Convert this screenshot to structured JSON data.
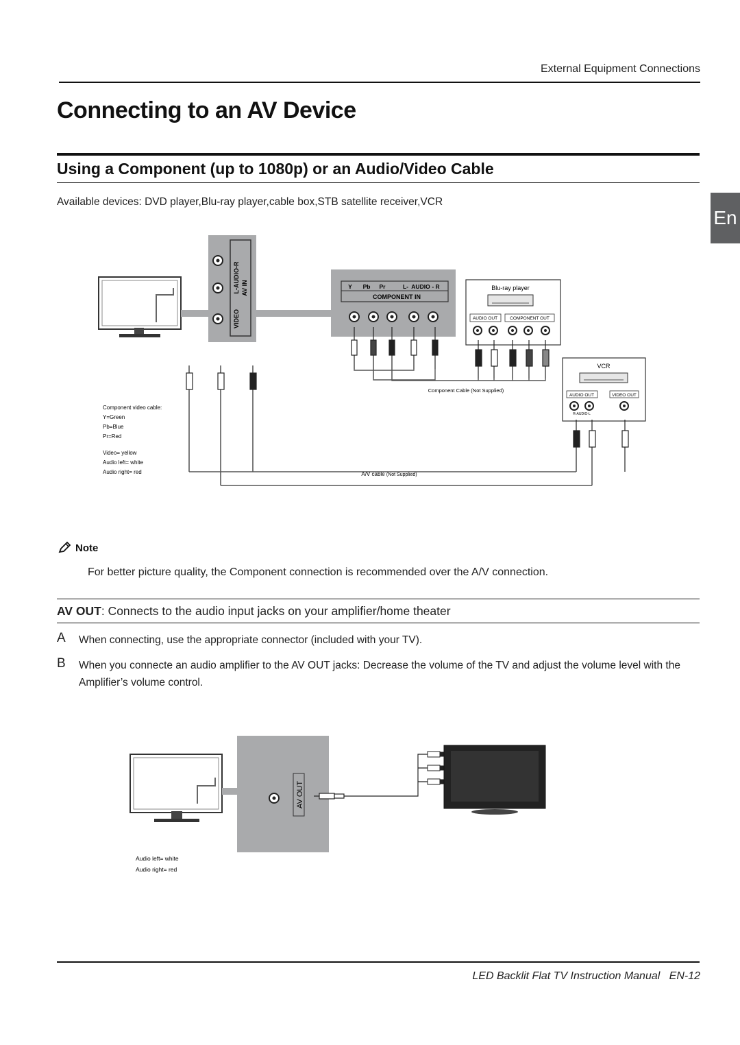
{
  "header": {
    "section_title": "External Equipment Connections"
  },
  "page_title": "Connecting to an AV Device",
  "section_heading": "Using a Component (up to 1080p) or an Audio/Video Cable",
  "available_devices": "Available devices: DVD player,Blu-ray player,cable box,STB satellite receiver,VCR",
  "language_tab": "En",
  "diagram1": {
    "tv_panel": {
      "audio_label": "L-AUDIO-R",
      "av_in_label": "AV IN",
      "video_label": "VIDEO"
    },
    "component_in": {
      "jack_labels": [
        "Y",
        "Pb",
        "Pr",
        "L-",
        "AUDIO",
        "- R"
      ],
      "label": "COMPONENT IN"
    },
    "bluray": {
      "title": "Blu-ray player",
      "audio_out": "AUDIO OUT",
      "component_out": "COMPONENT OUT"
    },
    "vcr": {
      "title": "VCR",
      "audio_out": "AUDIO OUT",
      "video_out": "VIDEO OUT",
      "audio_sub": "R-AUDIO-L"
    },
    "component_cable_label": "Component Cable",
    "av_cable_label": "A/V cable",
    "not_supplied": "(Not Supplied)",
    "legend": [
      "Component video cable:",
      "Y=Green",
      "Pb=Blue",
      "Pr=Red",
      "Video= yellow",
      "Audio left= white",
      "Audio right= red"
    ]
  },
  "note": {
    "label": "Note",
    "text": "For better picture quality, the Component connection is recommended over the A/V connection."
  },
  "avout": {
    "term": "AV OUT",
    "description": ": Connects to the audio input jacks on your amplifier/home theater",
    "steps": [
      {
        "letter": "A",
        "text": "When connecting, use the appropriate connector (included with your TV)."
      },
      {
        "letter": "B",
        "text": "When you connecte an audio amplifier to the AV OUT jacks: Decrease the volume of the TV and adjust the volume level with the Amplifier’s volume control."
      }
    ]
  },
  "diagram2": {
    "port_label": "AV OUT",
    "legend": [
      "Audio left= white",
      "Audio right= red"
    ]
  },
  "footer": {
    "manual_title": "LED Backlit Flat TV Instruction Manual",
    "page_number": "EN-12"
  },
  "colors": {
    "panel_gray": "#a9aaac",
    "tab_gray": "#5f6062",
    "cable_red": "#c0272d"
  }
}
